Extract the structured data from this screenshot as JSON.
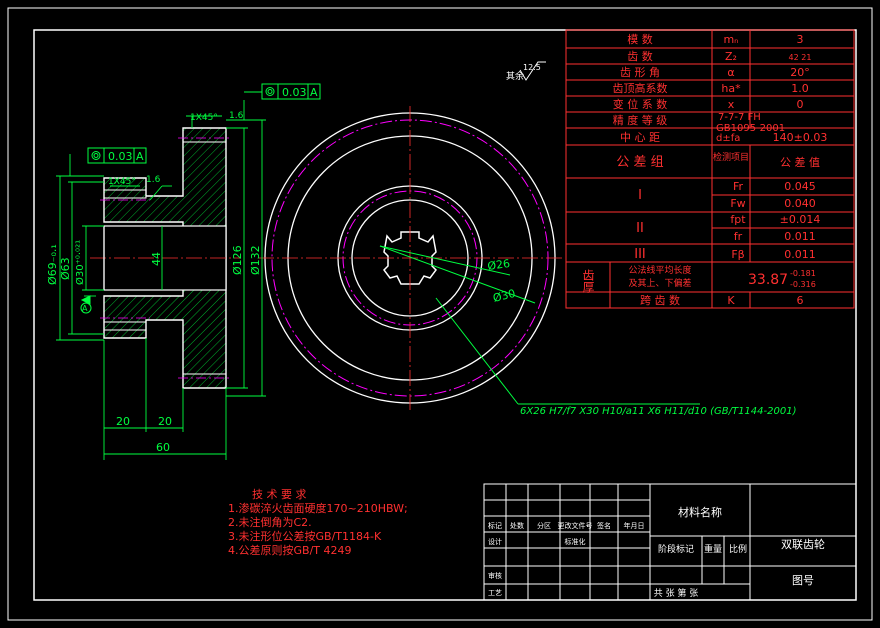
{
  "colors": {
    "background": "#000000",
    "frame": "#ffffff",
    "table_line": "#ff3030",
    "text_red": "#ff3030",
    "dims": "#00ff40",
    "centerline": "#ff3030",
    "phantom": "#ff00ff",
    "hatch": "#00ff40"
  },
  "param_table": [
    {
      "name": "模    数",
      "sym": "mₙ",
      "val": "3"
    },
    {
      "name": "齿    数",
      "sym": "Z₂",
      "val": "42    21"
    },
    {
      "name": "齿 形 角",
      "sym": "α",
      "val": "20°"
    },
    {
      "name": "齿顶高系数",
      "sym": "ha*",
      "val": "1.0"
    },
    {
      "name": "变 位 系 数",
      "sym": "x",
      "val": "0"
    },
    {
      "name": "精 度 等 级",
      "sym": "",
      "val": "7-7-7 FH GB1095-2001"
    },
    {
      "name": "中 心 距",
      "sym": "",
      "val": "140±0.03"
    }
  ],
  "param_table_extra": {
    "center_sym": "d±fa",
    "center_val": "140±0.03",
    "acc_line1": "7-7-7 FH",
    "acc_line2": "GB1095-2001"
  },
  "tolerance_header": {
    "group": "公 差 组",
    "item": "检测项目",
    "value": "公 差 值"
  },
  "tolerance_rows": [
    {
      "group": "I",
      "item": "Fr",
      "value": "0.045"
    },
    {
      "group": "",
      "item": "Fw",
      "value": "0.040"
    },
    {
      "group": "II",
      "item": "fpt",
      "value": "±0.014"
    },
    {
      "group": "",
      "item": "fr",
      "value": "0.011"
    },
    {
      "group": "III",
      "item": "Fβ",
      "value": "0.011"
    }
  ],
  "tooth_thickness": {
    "label": "齿厚",
    "desc1": "公法线平均长度",
    "desc2": "及其上、下偏差",
    "value": "33.87",
    "upper": "-0.181",
    "lower": "-0.316"
  },
  "span_teeth": {
    "label": "跨 齿 数",
    "sym": "K",
    "val": "6"
  },
  "tech_req": {
    "title": "技 术 要 求",
    "items": [
      "1.渗碳淬火齿面硬度170~210HBW;",
      "2.未注倒角为C2.",
      "3.未注形位公差按GB/T1184-K",
      "4.公差原则按GB/T 4249"
    ]
  },
  "title_block": {
    "material": "材料名称",
    "part_name": "双联齿轮",
    "drawing_no": "图号",
    "stage": "阶段标记",
    "weight": "重量",
    "scale": "比例",
    "designer": "设计",
    "checker": "审核",
    "process": "工艺",
    "sheet": "共 张 第 张",
    "cols": [
      "标记",
      "处数",
      "分区",
      "更改文件号",
      "签名",
      "年月日"
    ],
    "row2": [
      "设计",
      "",
      "标准化",
      "",
      ""
    ]
  },
  "dims": {
    "d69": "Ø69₋₀.₁",
    "d63": "Ø63",
    "d30": "Ø30⁺⁰·⁰²¹",
    "len44": "44",
    "d126": "Ø126",
    "d132": "Ø132",
    "w20a": "20",
    "w20b": "20",
    "w60": "60",
    "ch1": "1X45°",
    "ch2": "1X45°",
    "r16a": "1.6",
    "r16b": "1.6",
    "tol1": "0.03",
    "tol1_ref": "A",
    "tol2": "0.03",
    "tol2_ref": "A",
    "d26": "Ø26",
    "d30b": "Ø30",
    "spline": "6X26 H7/f7 X30 H10/a11 X6 H11/d10 (GB/T1144-2001)",
    "rough": "12.5",
    "rough_label": "其余",
    "datum": "A"
  }
}
